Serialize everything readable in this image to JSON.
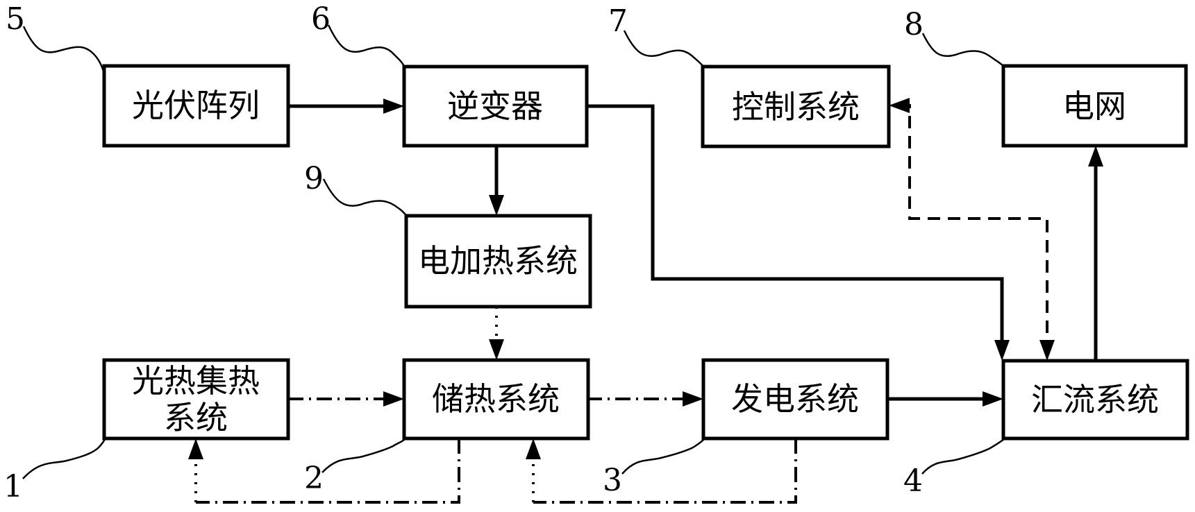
{
  "figure": {
    "background_color": "#ffffff",
    "line_color": "#000000",
    "text_color": "#000000",
    "blocks": {
      "pv": {
        "label": "光伏阵列",
        "ref": "5"
      },
      "inverter": {
        "label": "逆变器",
        "ref": "6"
      },
      "control": {
        "label": "控制系统",
        "ref": "7"
      },
      "grid": {
        "label": "电网",
        "ref": "8"
      },
      "electric_heater": {
        "label": "电加热系统",
        "ref": "9"
      },
      "collector": {
        "line1": "光热集热",
        "line2": "系统",
        "ref": "1"
      },
      "storage": {
        "label": "储热系统",
        "ref": "2"
      },
      "generator": {
        "label": "发电系统",
        "ref": "3"
      },
      "bus": {
        "label": "汇流系统",
        "ref": "4"
      }
    },
    "connections": [
      {
        "from": "pv",
        "to": "inverter",
        "style": "solid-arrow"
      },
      {
        "from": "inverter",
        "to": "electric_heater",
        "style": "solid-arrow"
      },
      {
        "from": "inverter",
        "to": "bus",
        "style": "solid-arrow"
      },
      {
        "from": "generator",
        "to": "bus",
        "style": "solid-arrow"
      },
      {
        "from": "bus",
        "to": "grid",
        "style": "solid-arrow"
      },
      {
        "from": "bus",
        "to": "control",
        "style": "dashed-double-arrow"
      },
      {
        "from": "electric_heater",
        "to": "storage",
        "style": "dotted-arrow"
      },
      {
        "from": "collector",
        "to": "storage",
        "style": "dashdot-arrow"
      },
      {
        "from": "storage",
        "to": "generator",
        "style": "dashdot-arrow"
      },
      {
        "from": "storage",
        "to": "collector",
        "style": "dashdot-return-arrow"
      },
      {
        "from": "generator",
        "to": "storage",
        "style": "dashdot-return-arrow"
      }
    ]
  }
}
